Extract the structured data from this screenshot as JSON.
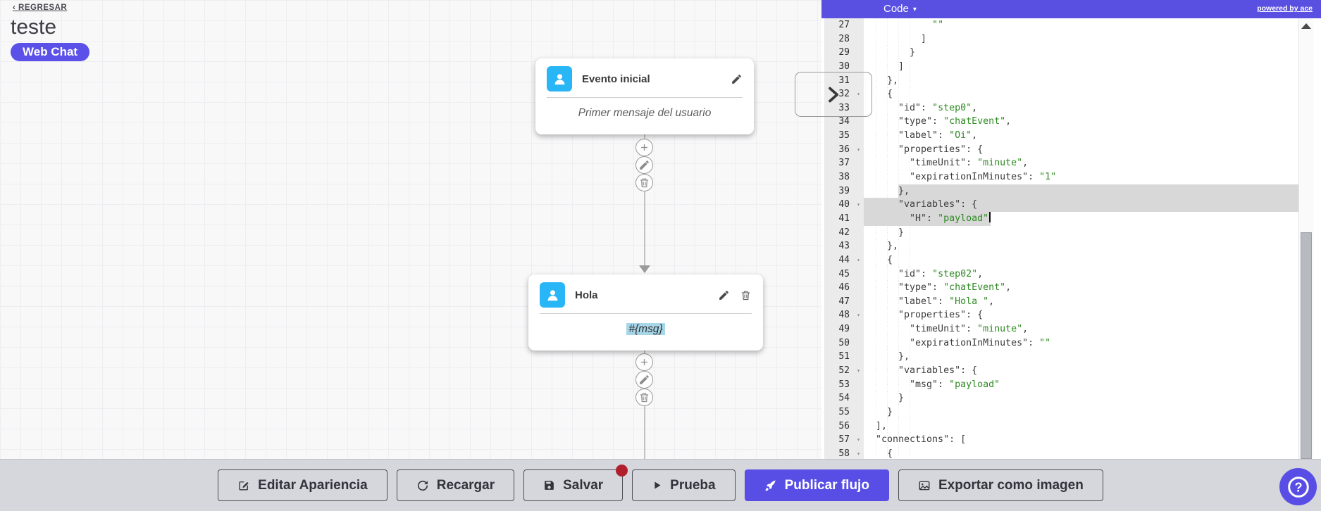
{
  "page": {
    "back_link": "‹ REGRESAR",
    "flow_title": "teste",
    "channel_badge": "Web Chat"
  },
  "canvas": {
    "nodes": [
      {
        "title": "Evento inicial",
        "body": "Primer mensaje del usuario",
        "highlighted_body": false,
        "actions": [
          "edit"
        ],
        "icon": "user"
      },
      {
        "title": "Hola",
        "body": "#{msg}",
        "highlighted_body": true,
        "actions": [
          "edit",
          "delete"
        ],
        "icon": "user"
      }
    ],
    "connector_actions": [
      "add",
      "pencil",
      "trash"
    ],
    "collapse_handle_icon": "chevron-right"
  },
  "code_panel": {
    "mode_selector": "Code",
    "mode_caret": "▾",
    "powered_by": "powered by ace",
    "fold_glyph": "▾",
    "colors": {
      "topbar": "#5950e2",
      "string": "#2e8b22",
      "plain": "#3c3c3c",
      "selection": "#d8d8d8"
    },
    "editor_lines": [
      {
        "n": 27,
        "seg": [
          [
            "p",
            "          "
          ],
          [
            "s",
            "\"\""
          ]
        ]
      },
      {
        "n": 28,
        "seg": [
          [
            "p",
            "        ]"
          ]
        ]
      },
      {
        "n": 29,
        "seg": [
          [
            "p",
            "      }"
          ]
        ]
      },
      {
        "n": 30,
        "seg": [
          [
            "p",
            "    ]"
          ]
        ]
      },
      {
        "n": 31,
        "seg": [
          [
            "p",
            "  },"
          ]
        ]
      },
      {
        "n": 32,
        "fold": true,
        "seg": [
          [
            "p",
            "  {"
          ]
        ]
      },
      {
        "n": 33,
        "seg": [
          [
            "p",
            "    \"id\": "
          ],
          [
            "s",
            "\"step0\""
          ],
          [
            "p",
            ","
          ]
        ]
      },
      {
        "n": 34,
        "seg": [
          [
            "p",
            "    \"type\": "
          ],
          [
            "s",
            "\"chatEvent\""
          ],
          [
            "p",
            ","
          ]
        ]
      },
      {
        "n": 35,
        "seg": [
          [
            "p",
            "    \"label\": "
          ],
          [
            "s",
            "\"Oi\""
          ],
          [
            "p",
            ","
          ]
        ]
      },
      {
        "n": 36,
        "fold": true,
        "seg": [
          [
            "p",
            "    \"properties\": {"
          ]
        ]
      },
      {
        "n": 37,
        "seg": [
          [
            "p",
            "      \"timeUnit\": "
          ],
          [
            "s",
            "\"minute\""
          ],
          [
            "p",
            ","
          ]
        ]
      },
      {
        "n": 38,
        "seg": [
          [
            "p",
            "      \"expirationInMinutes\": "
          ],
          [
            "s",
            "\"1\""
          ]
        ]
      },
      {
        "n": 39,
        "seg": [
          [
            "p",
            "    },"
          ]
        ],
        "sel": {
          "startCh": 4,
          "toEol": true
        }
      },
      {
        "n": 40,
        "fold": true,
        "seg": [
          [
            "p",
            "    \"variables\": {"
          ]
        ],
        "sel": {
          "startCh": -1,
          "toEol": true
        }
      },
      {
        "n": 41,
        "seg": [
          [
            "p",
            "      \"H\": "
          ],
          [
            "s",
            "\"payload\""
          ]
        ],
        "sel": {
          "startCh": -1,
          "toEol": false
        },
        "cursor": true
      },
      {
        "n": 42,
        "seg": [
          [
            "p",
            "    }"
          ]
        ]
      },
      {
        "n": 43,
        "seg": [
          [
            "p",
            "  },"
          ]
        ]
      },
      {
        "n": 44,
        "fold": true,
        "seg": [
          [
            "p",
            "  {"
          ]
        ]
      },
      {
        "n": 45,
        "seg": [
          [
            "p",
            "    \"id\": "
          ],
          [
            "s",
            "\"step02\""
          ],
          [
            "p",
            ","
          ]
        ]
      },
      {
        "n": 46,
        "seg": [
          [
            "p",
            "    \"type\": "
          ],
          [
            "s",
            "\"chatEvent\""
          ],
          [
            "p",
            ","
          ]
        ]
      },
      {
        "n": 47,
        "seg": [
          [
            "p",
            "    \"label\": "
          ],
          [
            "s",
            "\"Hola \""
          ],
          [
            "p",
            ","
          ]
        ]
      },
      {
        "n": 48,
        "fold": true,
        "seg": [
          [
            "p",
            "    \"properties\": {"
          ]
        ]
      },
      {
        "n": 49,
        "seg": [
          [
            "p",
            "      \"timeUnit\": "
          ],
          [
            "s",
            "\"minute\""
          ],
          [
            "p",
            ","
          ]
        ]
      },
      {
        "n": 50,
        "seg": [
          [
            "p",
            "      \"expirationInMinutes\": "
          ],
          [
            "s",
            "\"\""
          ]
        ]
      },
      {
        "n": 51,
        "seg": [
          [
            "p",
            "    },"
          ]
        ]
      },
      {
        "n": 52,
        "fold": true,
        "seg": [
          [
            "p",
            "    \"variables\": {"
          ]
        ]
      },
      {
        "n": 53,
        "seg": [
          [
            "p",
            "      \"msg\": "
          ],
          [
            "s",
            "\"payload\""
          ]
        ]
      },
      {
        "n": 54,
        "seg": [
          [
            "p",
            "    }"
          ]
        ]
      },
      {
        "n": 55,
        "seg": [
          [
            "p",
            "  }"
          ]
        ]
      },
      {
        "n": 56,
        "seg": [
          [
            "p",
            "],"
          ]
        ]
      },
      {
        "n": 57,
        "fold": true,
        "seg": [
          [
            "p",
            "\"connections\": ["
          ]
        ]
      },
      {
        "n": 58,
        "fold": true,
        "seg": [
          [
            "p",
            "  {"
          ]
        ]
      }
    ]
  },
  "toolbar": {
    "buttons": [
      {
        "label": "Editar Apariencia",
        "icon": "edit-square",
        "variant": "default",
        "badge": false
      },
      {
        "label": "Recargar",
        "icon": "refresh",
        "variant": "default",
        "badge": false
      },
      {
        "label": "Salvar",
        "icon": "save",
        "variant": "default",
        "badge": true
      },
      {
        "label": "Prueba",
        "icon": "play",
        "variant": "default",
        "badge": false
      },
      {
        "label": "Publicar flujo",
        "icon": "rocket",
        "variant": "primary",
        "badge": false
      },
      {
        "label": "Exportar como imagen",
        "icon": "image",
        "variant": "default",
        "badge": false
      }
    ],
    "badge_color": "#b01f2b",
    "accent_color": "#584ee6"
  },
  "help_button": {
    "label": "?"
  }
}
